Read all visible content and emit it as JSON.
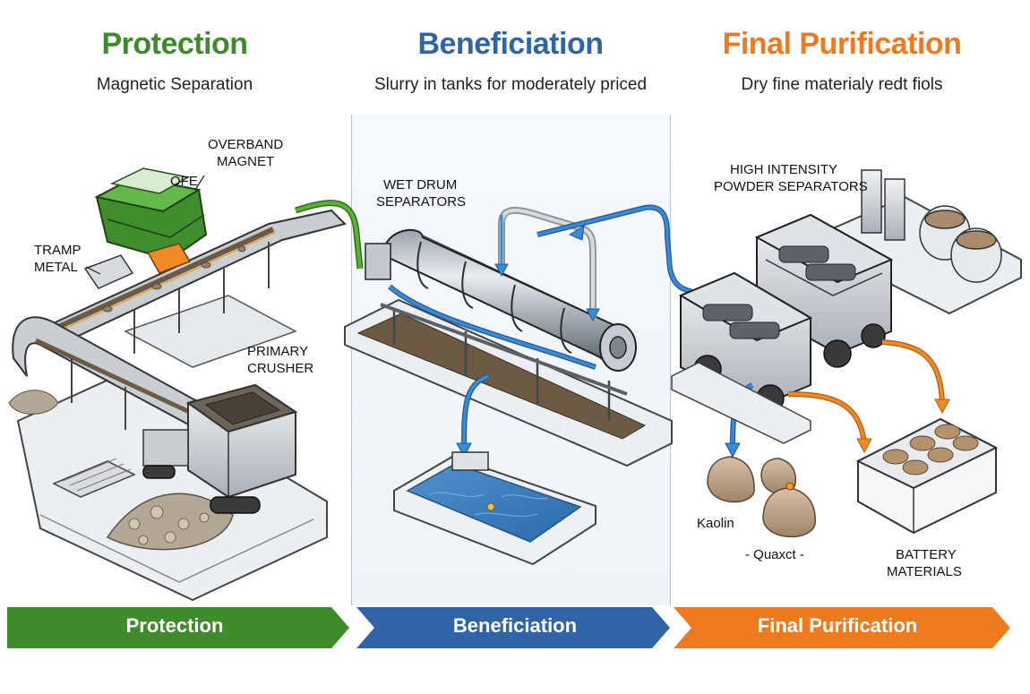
{
  "stages": [
    {
      "title": "Protection",
      "subtitle": "Magnetic Separation",
      "color": "#3f8a2a"
    },
    {
      "title": "Beneficiation",
      "subtitle": "Slurry in tanks for moderately priced",
      "color": "#2f64a6"
    },
    {
      "title": "Final Purification",
      "subtitle": "Dry fine materialy redt fiols",
      "color": "#ee7a1e"
    }
  ],
  "labels": {
    "overband_magnet": [
      "OVERBAND",
      "MAGNET"
    ],
    "ofe": "OFE",
    "tramp_metal": [
      "TRAMP",
      "METAL"
    ],
    "primary_crusher": [
      "PRIMARY",
      "CRUSHER"
    ],
    "wet_drum": [
      "WET DRUM",
      "SEPARATORS"
    ],
    "high_intensity": [
      "HIGH INTENSITY",
      "POWDER SEPARATORS"
    ],
    "kaolin": "Kaolin",
    "quartz": "- Quaxct -",
    "battery": [
      "BATTERY",
      "MATERIALS"
    ]
  },
  "banners": [
    {
      "label": "Protection",
      "color": "#3f8a2a"
    },
    {
      "label": "Beneficiation",
      "color": "#2f64a6"
    },
    {
      "label": "Final Purification",
      "color": "#ee7a1e"
    }
  ],
  "flow_colors": {
    "green_pipe": "#5bb232",
    "blue_pipe": "#3a8ad8",
    "orange_pipe": "#f08a24"
  }
}
